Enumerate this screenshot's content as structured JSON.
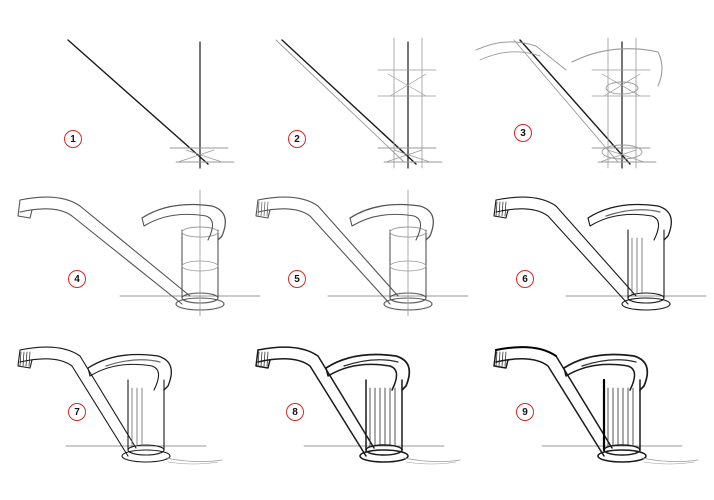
{
  "steps": [
    {
      "number": "1",
      "stage": 1
    },
    {
      "number": "2",
      "stage": 2
    },
    {
      "number": "3",
      "stage": 3
    },
    {
      "number": "4",
      "stage": 4
    },
    {
      "number": "5",
      "stage": 5
    },
    {
      "number": "6",
      "stage": 6
    },
    {
      "number": "7",
      "stage": 7
    },
    {
      "number": "8",
      "stage": 8
    },
    {
      "number": "9",
      "stage": 9
    }
  ],
  "colors": {
    "badge_ring": "#d42a24",
    "construction_line": "#9a9a9a",
    "ink": "#1a1a1a",
    "background": "#ffffff"
  }
}
